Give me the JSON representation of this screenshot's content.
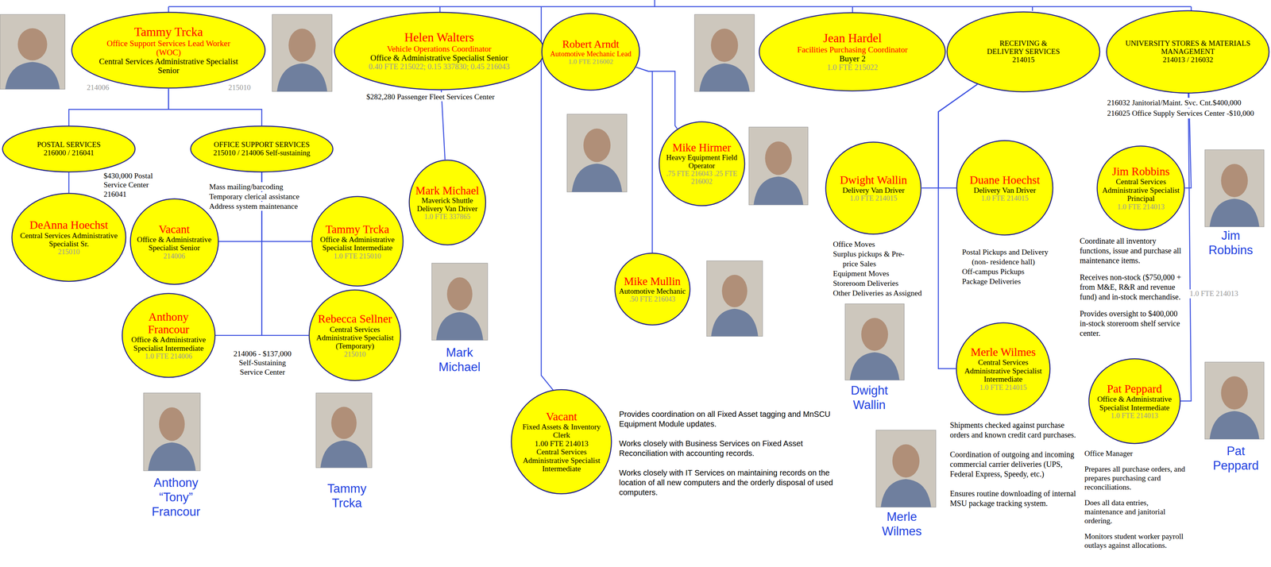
{
  "diagram": {
    "nodes": [
      {
        "text": [
          "Tammy Trcka",
          "Office Support Services Lead Worker (WOC)",
          "Central Services Administrative Specialist Senior"
        ]
      },
      {
        "text": [
          "Helen Walters",
          "Vehicle Operations Coordinator",
          "Office & Administrative Specialist Senior",
          "0.40 FTE 215022; 0.15 337830; 0.45 216043"
        ]
      },
      {
        "text": [
          "Robert Arndt",
          "Automotive Mechanic Lead",
          "1.0 FTE 216002"
        ]
      },
      {
        "text": [
          "Jean Hardel",
          "Facilities Purchasing Coordinator",
          "Buyer 2",
          "1.0 FTE 215022"
        ]
      },
      {
        "text": [
          "RECEIVING & DELIVERY SERVICES",
          "214015"
        ]
      },
      {
        "text": [
          "UNIVERSITY STORES & MATERIALS MANAGEMENT",
          "214013 / 216032"
        ]
      },
      {
        "text": [
          "POSTAL SERVICES",
          "216000 / 216041"
        ]
      },
      {
        "text": [
          "OFFICE SUPPORT SERVICES",
          "215010 / 214006 Self-sustaining"
        ]
      },
      {
        "text": [
          "DeAnna Hoechst",
          "Central Services Administrative Specialist Sr.",
          "215010"
        ]
      },
      {
        "text": [
          "Vacant",
          "Office & Administrative Specialist Senior",
          "214006"
        ]
      },
      {
        "text": [
          "Tammy Trcka",
          "Office & Administrative Specialist Intermediate",
          "1.0 FTE 215010"
        ]
      },
      {
        "text": [
          "Anthony Francour",
          "Office & Administrative Specialist Intermediate",
          "1.0 FTE 214006"
        ]
      },
      {
        "text": [
          "Rebecca Sellner",
          "Central Services Administrative Specialist (Temporary)",
          "215010"
        ]
      },
      {
        "text": [
          "Mark Michael",
          "Maverick Shuttle Delivery Van Driver",
          "1.0 FTE 337865"
        ]
      },
      {
        "text": [
          "Mike Hirmer",
          "Heavy Equipment Field Operator",
          ".75 FTE 216043 .25 FTE 216002"
        ]
      },
      {
        "text": [
          "Mike Mullin",
          "Automotive Mechanic",
          ".50 FTE 216043"
        ]
      },
      {
        "text": [
          "Vacant",
          "Fixed Assets & Inventory Clerk",
          "1.00 FTE 214013",
          "Central Services Administrative Specialist Intermediate"
        ]
      },
      {
        "text": [
          "Dwight Wallin",
          "Delivery Van Driver",
          "1.0 FTE 214015"
        ]
      },
      {
        "text": [
          "Duane Hoechst",
          "Delivery Van Driver",
          "1.0 FTE 214015"
        ]
      },
      {
        "text": [
          "Merle Wilmes",
          "Central Services Administrative Specialist Intermediate",
          "1.0 FTE 214015"
        ]
      },
      {
        "text": [
          "Jim Robbins",
          "Central Services Administrative Specialist Principal",
          "1.0 FTE 214013"
        ]
      },
      {
        "text": [
          "Pat Peppard",
          "Office & Administrative Specialist Intermediate",
          "1.0 FTE 214013"
        ]
      }
    ],
    "edges": [
      {
        "from": 0,
        "to": 6,
        "arrow": "none"
      },
      {
        "from": 0,
        "to": 7,
        "arrow": "none"
      },
      {
        "from": 6,
        "to": 8,
        "arrow": "none"
      },
      {
        "from": 7,
        "to": 9,
        "arrow": "none"
      },
      {
        "from": 7,
        "to": 10,
        "arrow": "none"
      },
      {
        "from": 7,
        "to": 11,
        "arrow": "none"
      },
      {
        "from": 7,
        "to": 12,
        "arrow": "none"
      },
      {
        "from": 1,
        "to": 13,
        "arrow": "none"
      },
      {
        "from": 2,
        "to": 14,
        "arrow": "none"
      },
      {
        "from": 2,
        "to": 15,
        "arrow": "none"
      },
      {
        "from": 4,
        "to": 17,
        "arrow": "none"
      },
      {
        "from": 4,
        "to": 18,
        "arrow": "none"
      },
      {
        "from": 4,
        "to": 19,
        "arrow": "none"
      },
      {
        "from": 5,
        "to": 20,
        "arrow": "none"
      },
      {
        "from": 5,
        "to": 21,
        "arrow": "none"
      }
    ],
    "labels": [
      "214006",
      "215010",
      "$282,280 Passenger Fleet Services Center",
      "$430,000 Postal Service Center 216041",
      "Mass mailing/barcoding",
      "Temporary clerical assistance",
      "Address system maintenance",
      "214006 - $137,000 Self-Sustaining Service Center",
      "Mark Michael",
      "Anthony “Tony” Francour",
      "Tammy Trcka",
      "Provides coordination on all Fixed Asset tagging and MnSCU Equipment Module updates.",
      "Works closely with Business Services on Fixed Asset Reconciliation with accounting records.",
      "Works closely with IT Services on maintaining records on the location of all new computers and the orderly disposal of used computers.",
      "Office Moves",
      "Surplus pickups & Pre-price Sales",
      "Equipment Moves",
      "Storeroom Deliveries",
      "Other Deliveries as Assigned",
      "Dwight Wallin",
      "Postal Pickups and Delivery (non- residence hall)",
      "Off-campus Pickups",
      "Package Deliveries",
      "Shipments checked against purchase orders and known credit card purchases.",
      "Coordination of outgoing and incoming commercial carrier deliveries (UPS, Federal Express, Speedy, etc.)",
      "Ensures routine downloading of internal MSU package tracking system.",
      "Merle Wilmes",
      "216032 Janitorial/Maint. Svc. Cnt.$400,000",
      "216025 Office Supply Services Center -$10,000",
      "Coordinate all inventory functions, issue and purchase all maintenance items.",
      "Receives non-stock ($750,000 + from M&E, R&R and revenue fund) and in-stock merchandise.",
      "Provides oversight to $400,000 in-stock storeroom shelf service center.",
      "Jim Robbins",
      "1.0 FTE 214013",
      "Office Manager",
      "Prepares all purchase orders, and prepares purchasing card reconciliations.",
      "Does all data entries, maintenance and janitorial ordering.",
      "Monitors student worker payroll outlays against allocations.",
      "Pat Peppard"
    ]
  }
}
